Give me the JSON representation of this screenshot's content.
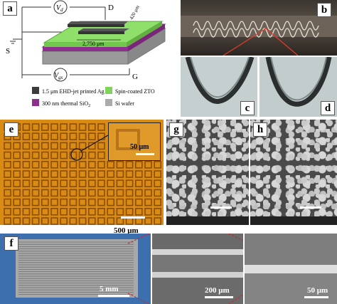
{
  "panels": {
    "a": {
      "tag": "a",
      "labels": {
        "vd": "V",
        "vd_sub": "d",
        "d": "D",
        "s": "S",
        "vgs": "V",
        "vgs_sub": "gs",
        "g": "G",
        "dim_width": "420 μm",
        "dim_length": "2,750 μm"
      },
      "legend": [
        {
          "text": "1.5 μm EHD-jet printed Ag",
          "color": "#3b3b3b"
        },
        {
          "text": "Spin-coated ZTO",
          "color": "#7fd35a"
        },
        {
          "text": "300 nm thermal SiO",
          "sub": "2",
          "color": "#8e2e8e"
        },
        {
          "text": "Si wafer",
          "color": "#aaaaaa"
        }
      ]
    },
    "b": {
      "tag": "b"
    },
    "c": {
      "tag": "c"
    },
    "d": {
      "tag": "d"
    },
    "e": {
      "tag": "e",
      "inset_scale": "50 μm",
      "scale": "500 μm"
    },
    "g": {
      "tag": "g"
    },
    "h": {
      "tag": "h"
    },
    "f": {
      "tag": "f",
      "scale1": "5 mm",
      "scale2": "200 μm",
      "scale3": "50 μm"
    }
  },
  "colors": {
    "ag": "#3b3b3b",
    "zto": "#7fd35a",
    "sio2": "#8e2e8e",
    "si": "#aaaaaa",
    "grid_bg": "#d98b13"
  }
}
